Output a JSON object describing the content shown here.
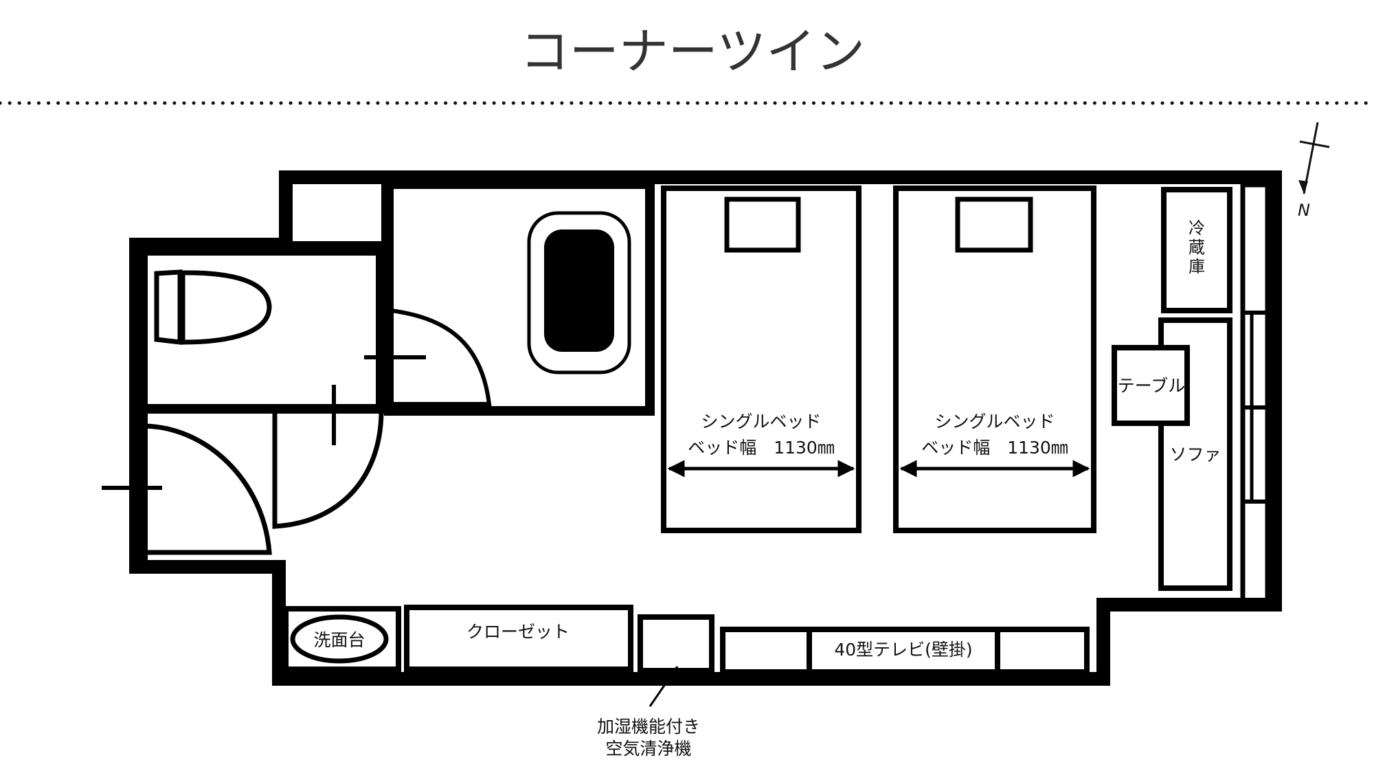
{
  "title": "コーナーツイン",
  "compass": {
    "label": "N"
  },
  "rooms": {
    "fridge": {
      "lines": [
        "冷",
        "蔵",
        "庫"
      ]
    },
    "table": {
      "label": "テーブル"
    },
    "sofa": {
      "label": "ソファ"
    },
    "bed_left": {
      "name": "シングルベッド",
      "width_label": "ベッド幅　1130㎜"
    },
    "bed_right": {
      "name": "シングルベッド",
      "width_label": "ベッド幅　1130㎜"
    },
    "sink": {
      "label": "洗面台"
    },
    "closet": {
      "label": "クローゼット"
    },
    "tv": {
      "label": "40型テレビ(壁掛)"
    },
    "air_purifier": {
      "lines": [
        "加湿機能付き",
        "空気清浄機"
      ]
    }
  },
  "colors": {
    "wall": "#000000",
    "background": "#ffffff",
    "title": "#333333"
  }
}
